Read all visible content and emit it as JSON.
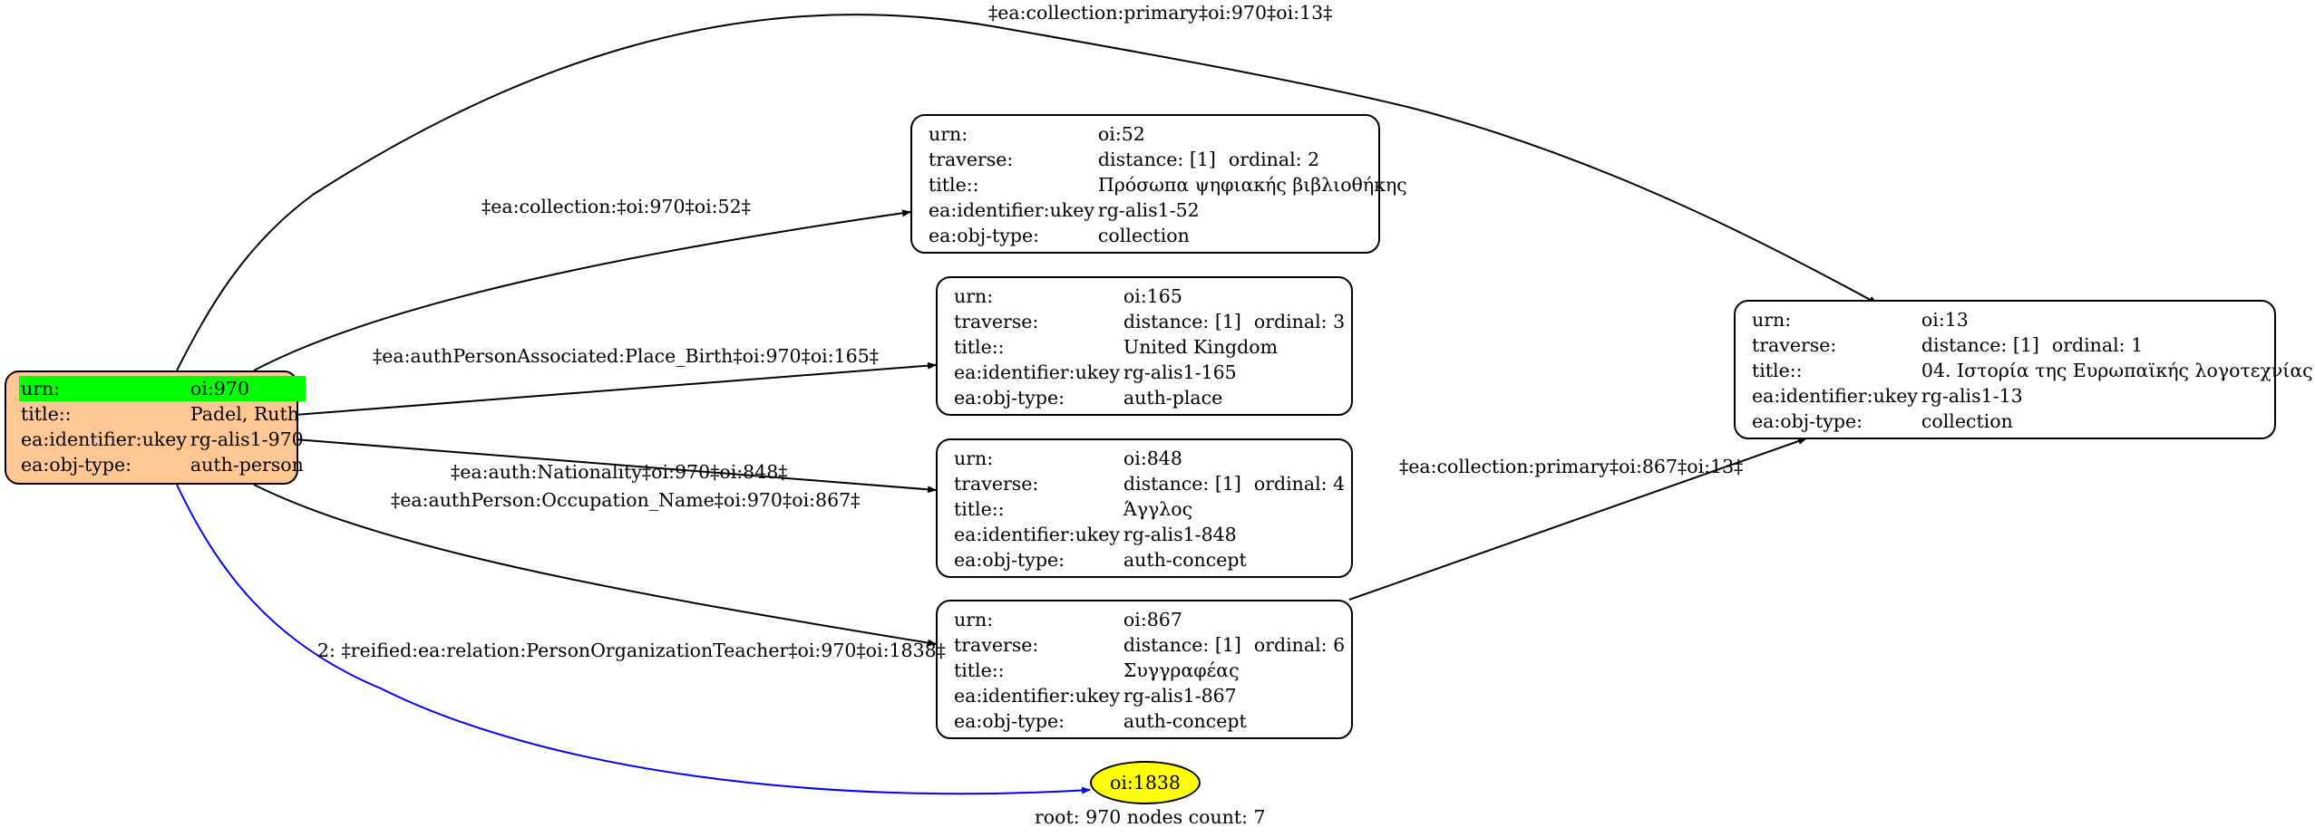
{
  "nodes": {
    "root": {
      "urn_key": "urn:",
      "urn_val": "oi:970",
      "title_key": "title::",
      "title_val": "Padel, Ruth",
      "ukey_key": "ea:identifier:ukey",
      "ukey_val": "rg-alis1-970",
      "type_key": "ea:obj-type:",
      "type_val": "auth-person"
    },
    "n52": {
      "urn_key": "urn:",
      "urn_val": "oi:52",
      "trav_key": "traverse:",
      "dist": "distance: [1]",
      "ord": "ordinal: 2",
      "title_key": "title::",
      "title_val": "Πρόσωπα ψηφιακής βιβλιοθήκης",
      "ukey_key": "ea:identifier:ukey",
      "ukey_val": "rg-alis1-52",
      "type_key": "ea:obj-type:",
      "type_val": "collection"
    },
    "n165": {
      "urn_key": "urn:",
      "urn_val": "oi:165",
      "trav_key": "traverse:",
      "dist": "distance: [1]",
      "ord": "ordinal: 3",
      "title_key": "title::",
      "title_val": "United Kingdom",
      "ukey_key": "ea:identifier:ukey",
      "ukey_val": "rg-alis1-165",
      "type_key": "ea:obj-type:",
      "type_val": "auth-place"
    },
    "n848": {
      "urn_key": "urn:",
      "urn_val": "oi:848",
      "trav_key": "traverse:",
      "dist": "distance: [1]",
      "ord": "ordinal: 4",
      "title_key": "title::",
      "title_val": "Άγγλος",
      "ukey_key": "ea:identifier:ukey",
      "ukey_val": "rg-alis1-848",
      "type_key": "ea:obj-type:",
      "type_val": "auth-concept"
    },
    "n867": {
      "urn_key": "urn:",
      "urn_val": "oi:867",
      "trav_key": "traverse:",
      "dist": "distance: [1]",
      "ord": "ordinal: 6",
      "title_key": "title::",
      "title_val": "Συγγραφέας",
      "ukey_key": "ea:identifier:ukey",
      "ukey_val": "rg-alis1-867",
      "type_key": "ea:obj-type:",
      "type_val": "auth-concept"
    },
    "n13": {
      "urn_key": "urn:",
      "urn_val": "oi:13",
      "trav_key": "traverse:",
      "dist": "distance: [1]",
      "ord": "ordinal: 1",
      "title_key": "title::",
      "title_val": "04. Ιστορία της Ευρωπαϊκής λογοτεχνίας",
      "ukey_key": "ea:identifier:ukey",
      "ukey_val": "rg-alis1-13",
      "type_key": "ea:obj-type:",
      "type_val": "collection"
    },
    "n1838": {
      "label": "oi:1838"
    }
  },
  "edges": {
    "e13": "‡ea:collection:primary‡oi:970‡oi:13‡",
    "e52": "‡ea:collection:‡oi:970‡oi:52‡",
    "e165": "‡ea:authPersonAssociated:Place_Birth‡oi:970‡oi:165‡",
    "e848": "‡ea:auth:Nationality‡oi:970‡oi:848‡",
    "e867": "‡ea:authPerson:Occupation_Name‡oi:970‡oi:867‡",
    "e867_13": "‡ea:collection:primary‡oi:867‡oi:13‡",
    "e1838": "2: ‡reified:ea:relation:PersonOrganizationTeacher‡oi:970‡oi:1838‡"
  },
  "colors": {
    "root_fill": "#ffc794",
    "root_highlight": "#00ff00",
    "reified_node_fill": "#ffff00",
    "reified_edge": "#0000ff",
    "edge": "#000000"
  },
  "footer": "root: 970 nodes count: 7"
}
